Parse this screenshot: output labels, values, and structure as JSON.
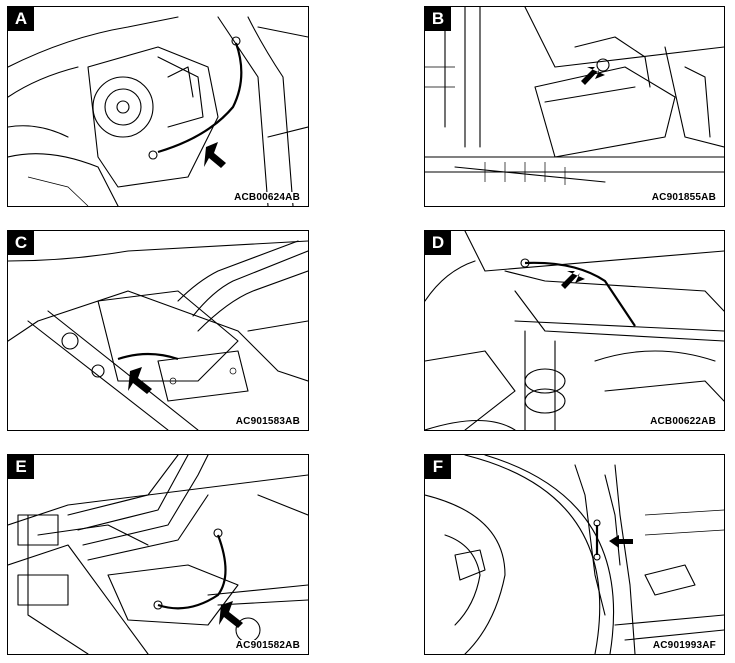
{
  "panels": [
    {
      "label": "A",
      "code": "ACB00624AB"
    },
    {
      "label": "B",
      "code": "AC901855AB"
    },
    {
      "label": "C",
      "code": "AC901583AB"
    },
    {
      "label": "D",
      "code": "ACB00622AB"
    },
    {
      "label": "E",
      "code": "AC901582AB"
    },
    {
      "label": "F",
      "code": "AC901993AF"
    }
  ]
}
